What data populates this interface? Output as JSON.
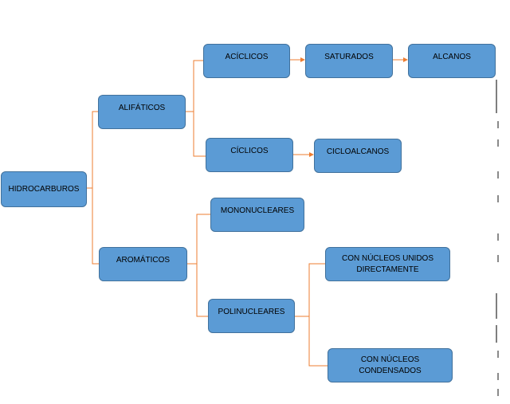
{
  "diagram": {
    "nodes": {
      "hidrocarburos": "HIDROCARBUROS",
      "alifaticos": "ALIFÁTICOS",
      "aromaticos": "AROMÁTICOS",
      "aciclicos": "ACÍCLICOS",
      "ciclicos": "CÍCLICOS",
      "saturados": "SATURADOS",
      "alcanos": "ALCANOS",
      "cicloalcanos": "CICLOALCANOS",
      "mononucleares": "MONONUCLEARES",
      "polinucleares": "POLINUCLEARES",
      "unidos_directamente": "CON NÚCLEOS UNIDOS DIRECTAMENTE",
      "condensados": "CON NÚCLEOS CONDENSADOS"
    },
    "colors": {
      "node_fill": "#5b9bd5",
      "node_border": "#41719c",
      "connector": "#ed7d31"
    }
  }
}
